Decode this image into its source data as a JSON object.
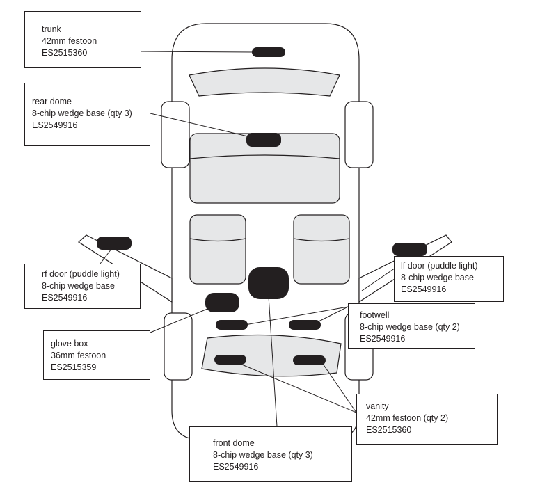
{
  "callouts": {
    "trunk": {
      "name": "trunk",
      "type": "42mm festoon",
      "part": "ES2515360"
    },
    "rear_dome": {
      "name": "rear dome",
      "type": "8-chip wedge base (qty 3)",
      "part": "ES2549916"
    },
    "rf_door": {
      "name": "rf door (puddle light)",
      "type": "8-chip wedge base",
      "part": "ES2549916"
    },
    "lf_door": {
      "name": "lf door (puddle light)",
      "type": "8-chip wedge base",
      "part": "ES2549916"
    },
    "glove_box": {
      "name": "glove box",
      "type": "36mm festoon",
      "part": "ES2515359"
    },
    "footwell": {
      "name": "footwell",
      "type": "8-chip wedge base (qty 2)",
      "part": "ES2549916"
    },
    "vanity": {
      "name": "vanity",
      "type": "42mm festoon (qty 2)",
      "part": "ES2515360"
    },
    "front_dome": {
      "name": "front dome",
      "type": "8-chip wedge base (qty 3)",
      "part": "ES2549916"
    }
  },
  "colors": {
    "outline": "#231f20",
    "panel_fill": "#e6e7e8",
    "bulb": "#231f20",
    "background": "#ffffff"
  }
}
